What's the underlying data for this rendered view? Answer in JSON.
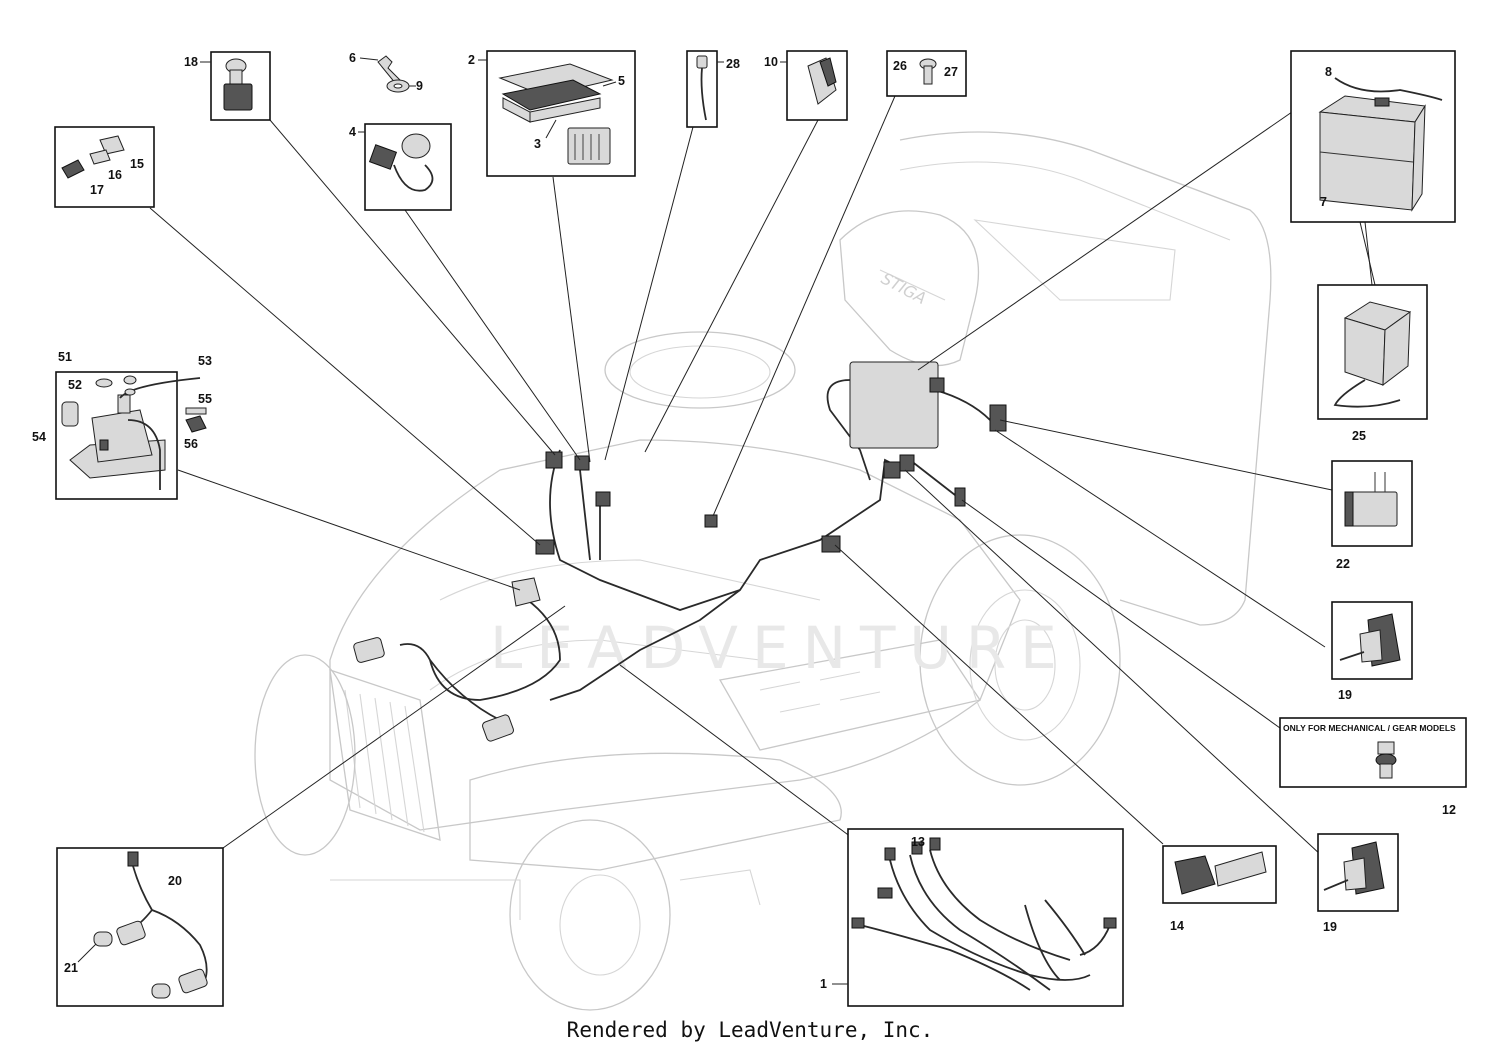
{
  "watermark": "LEADVENTURE",
  "footer": "Rendered by LeadVenture, Inc.",
  "note_box": "ONLY FOR MECHANICAL / GEAR MODELS",
  "brand_mark": "STIGA",
  "callouts": {
    "c1": "1",
    "c2": "2",
    "c3": "3",
    "c4": "4",
    "c5": "5",
    "c6": "6",
    "c7": "7",
    "c8": "8",
    "c9": "9",
    "c10": "10",
    "c12": "12",
    "c13": "13",
    "c14": "14",
    "c15": "15",
    "c16": "16",
    "c17": "17",
    "c18": "18",
    "c19a": "19",
    "c19b": "19",
    "c20": "20",
    "c21": "21",
    "c22": "22",
    "c25": "25",
    "c26": "26",
    "c27": "27",
    "c28": "28",
    "c51": "51",
    "c52": "52",
    "c53": "53",
    "c54": "54",
    "c55": "55",
    "c56": "56"
  }
}
